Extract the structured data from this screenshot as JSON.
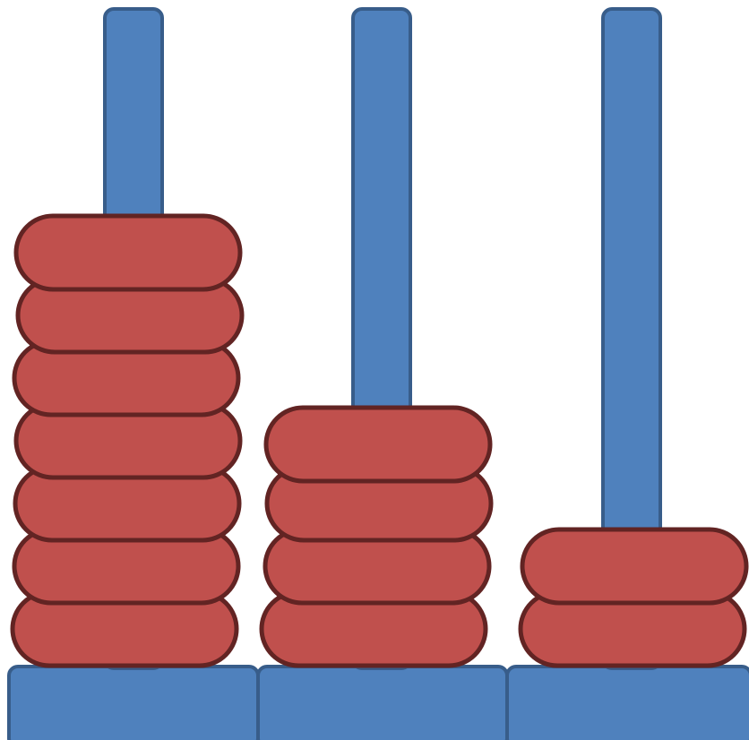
{
  "colors": {
    "peg_fill": "#4f81bd",
    "peg_stroke": "#385d8a",
    "disk_fill": "#c0504d",
    "disk_stroke": "#622423",
    "background": "#ffffff"
  },
  "pegs": [
    {
      "disk_count": 7
    },
    {
      "disk_count": 4
    },
    {
      "disk_count": 2
    }
  ]
}
